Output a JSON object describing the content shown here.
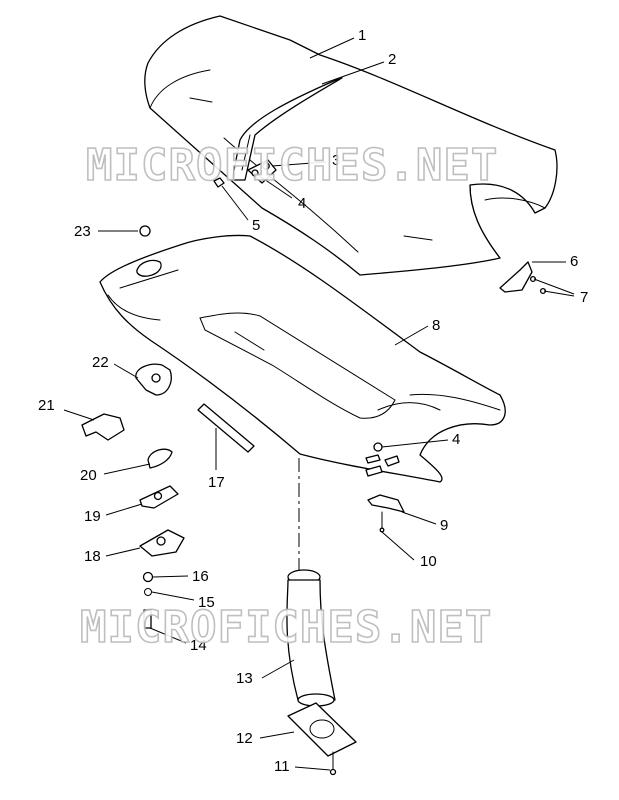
{
  "watermarks": [
    "MICROFICHES.NET",
    "MICROFICHES.NET"
  ],
  "callouts": [
    {
      "id": "c1",
      "label": "1"
    },
    {
      "id": "c2",
      "label": "2"
    },
    {
      "id": "c3",
      "label": "3"
    },
    {
      "id": "c4a",
      "label": "4"
    },
    {
      "id": "c5",
      "label": "5"
    },
    {
      "id": "c6",
      "label": "6"
    },
    {
      "id": "c7",
      "label": "7"
    },
    {
      "id": "c8",
      "label": "8"
    },
    {
      "id": "c4b",
      "label": "4"
    },
    {
      "id": "c9",
      "label": "9"
    },
    {
      "id": "c10",
      "label": "10"
    },
    {
      "id": "c11",
      "label": "11"
    },
    {
      "id": "c12",
      "label": "12"
    },
    {
      "id": "c13",
      "label": "13"
    },
    {
      "id": "c14",
      "label": "14"
    },
    {
      "id": "c15",
      "label": "15"
    },
    {
      "id": "c16",
      "label": "16"
    },
    {
      "id": "c17",
      "label": "17"
    },
    {
      "id": "c18",
      "label": "18"
    },
    {
      "id": "c19",
      "label": "19"
    },
    {
      "id": "c20",
      "label": "20"
    },
    {
      "id": "c21",
      "label": "21"
    },
    {
      "id": "c22",
      "label": "22"
    },
    {
      "id": "c23",
      "label": "23"
    }
  ]
}
